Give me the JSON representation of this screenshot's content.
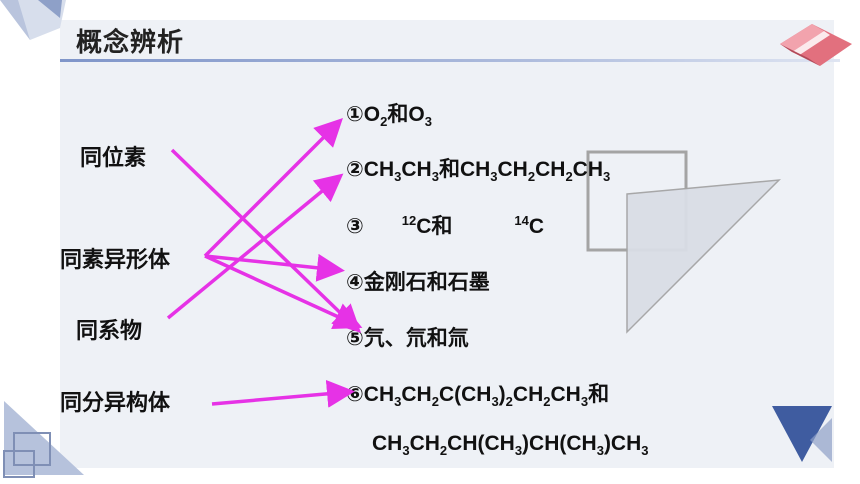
{
  "slide": {
    "title": "概念辨析",
    "accent_color": "#e632e6"
  },
  "terms": [
    {
      "label": "同位素"
    },
    {
      "label": "同素异形体"
    },
    {
      "label": "同系物"
    },
    {
      "label": "同分异构体"
    }
  ],
  "options": {
    "o1": {
      "num": "①",
      "a": "O",
      "a_sub": "2",
      "mid": "和",
      "b": "O",
      "b_sub": "3"
    },
    "o2": {
      "num": "②",
      "p1": "CH",
      "s1": "3",
      "p2": "CH",
      "s2": "3",
      "mid": "和",
      "p3": "CH",
      "s3": "3",
      "p4": "CH",
      "s4": "2",
      "p5": "CH",
      "s5": "2",
      "p6": "CH",
      "s6": "3"
    },
    "o3": {
      "num": "③",
      "sup_a": "12",
      "a": "C",
      "mid": "和",
      "sup_b": "14",
      "b": "C"
    },
    "o4": {
      "text": "④金刚石和石墨"
    },
    "o5": {
      "text": "⑤氕、氘和氚"
    },
    "o6": {
      "num": "⑥",
      "p1": "CH",
      "s1": "3",
      "p2": "CH",
      "s2": "2",
      "p3": "C(CH",
      "s3": "3",
      "p4": ")",
      "s4": "2",
      "p5": "CH",
      "s5": "2",
      "p6": "CH",
      "s6": "3",
      "mid": "和"
    },
    "o7": {
      "p1": "CH",
      "s1": "3",
      "p2": "CH",
      "s2": "2",
      "p3": "CH(CH",
      "s3": "3",
      "p4": ")CH(CH",
      "s4": "3",
      "p5": ")CH",
      "s5": "3"
    }
  }
}
